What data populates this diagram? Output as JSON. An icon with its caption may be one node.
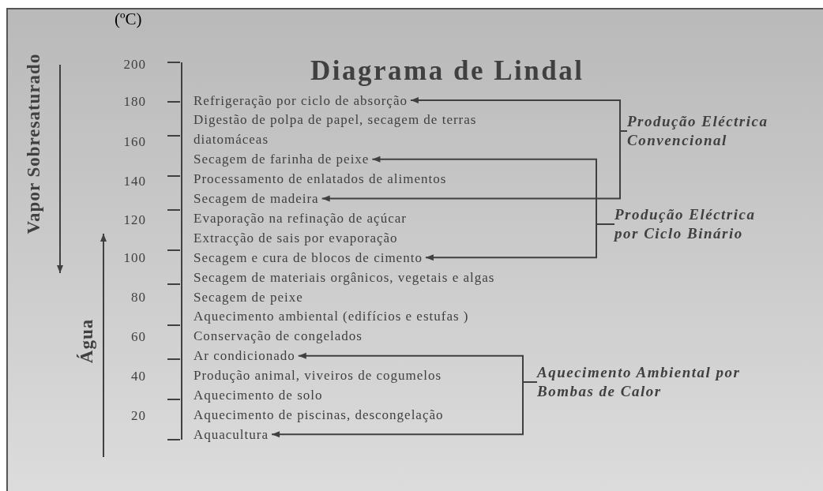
{
  "diagram": {
    "title": "Diagrama de Lindal",
    "nodes": [
      {
        "text": [
          "Refrigeração por ciclo de absorção"
        ]
      },
      {
        "text": [
          "Digestão de polpa de papel, secagem de terras diatomáceas"
        ]
      },
      {
        "text": [
          "Secagem de farinha de peixe"
        ]
      },
      {
        "text": [
          "Processamento de enlatados de alimentos"
        ]
      },
      {
        "text": [
          "Secagem de madeira"
        ]
      },
      {
        "text": [
          "Evaporação na refinação de açúcar"
        ]
      },
      {
        "text": [
          "Extracção de sais por evaporação"
        ]
      },
      {
        "text": [
          "Secagem e cura de blocos de cimento"
        ]
      },
      {
        "text": [
          "Secagem de materiais orgânicos, vegetais e algas"
        ]
      },
      {
        "text": [
          "Secagem de peixe"
        ]
      },
      {
        "text": [
          "Aquecimento ambiental (edifícios e estufas )"
        ]
      },
      {
        "text": [
          "Conservação de congelados"
        ]
      },
      {
        "text": [
          "Ar condicionado"
        ]
      },
      {
        "text": [
          "Produção animal, viveiros de cogumelos"
        ]
      },
      {
        "text": [
          "Aquecimento de solo"
        ]
      },
      {
        "text": [
          "Aquecimento de piscinas, descongelação"
        ]
      },
      {
        "text": [
          "Aquacultura"
        ]
      },
      {
        "text": [
          "Produção Eléctrica Convencional"
        ]
      },
      {
        "text": [
          "Produção Eléctrica por Ciclo Binário"
        ]
      },
      {
        "text": [
          "Aquecimento Ambiental por Bombas de Calor"
        ]
      }
    ],
    "edges": [
      {
        "from": 17,
        "to": 0,
        "arrow": "to"
      },
      {
        "from": 17,
        "to": 4,
        "arrow": "to"
      },
      {
        "from": 18,
        "to": 2,
        "arrow": "to"
      },
      {
        "from": 18,
        "to": 7,
        "arrow": "to"
      },
      {
        "from": 19,
        "to": 12,
        "arrow": "to"
      },
      {
        "from": 19,
        "to": 16,
        "arrow": "to"
      }
    ],
    "labels": [
      "(ºC)",
      "Vapor Sobresaturado",
      "200",
      "180",
      "160",
      "140",
      "120",
      "100",
      "80",
      "60",
      "40",
      "20",
      "Água"
    ]
  }
}
